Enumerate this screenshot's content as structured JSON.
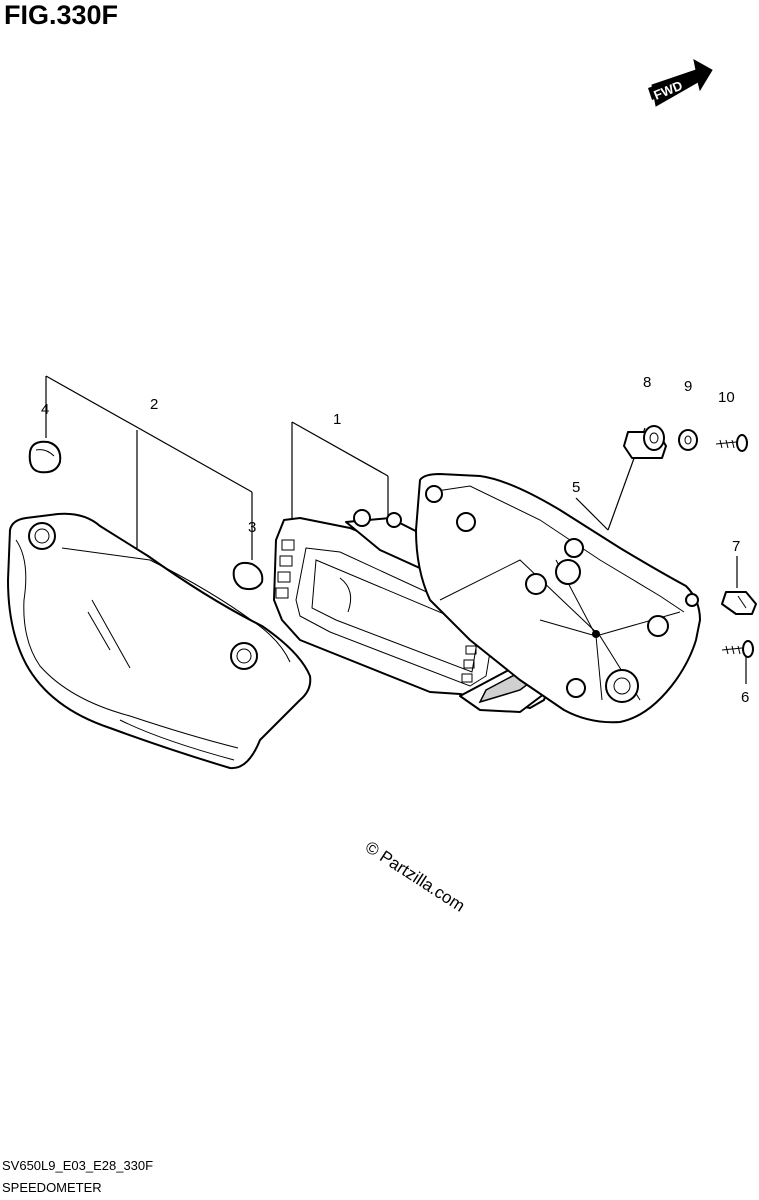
{
  "figure": {
    "title": "FIG.330F",
    "code": "SV650L9_E03_E28_330F",
    "name": "SPEEDOMETER"
  },
  "fwd_indicator": {
    "label": "FWD"
  },
  "watermark": "© Partzilla.com",
  "callouts": [
    "1",
    "2",
    "3",
    "4",
    "5",
    "6",
    "7",
    "8",
    "9",
    "10"
  ],
  "parts": [
    {
      "ref": "1",
      "part": "meter-assembly"
    },
    {
      "ref": "2",
      "part": "front-case-lens"
    },
    {
      "ref": "3",
      "part": "front-cap-small"
    },
    {
      "ref": "4",
      "part": "front-cap"
    },
    {
      "ref": "5",
      "part": "rear-case"
    },
    {
      "ref": "6",
      "part": "screw"
    },
    {
      "ref": "7",
      "part": "nut"
    },
    {
      "ref": "8",
      "part": "cushion"
    },
    {
      "ref": "9",
      "part": "washer"
    },
    {
      "ref": "10",
      "part": "screw"
    }
  ]
}
